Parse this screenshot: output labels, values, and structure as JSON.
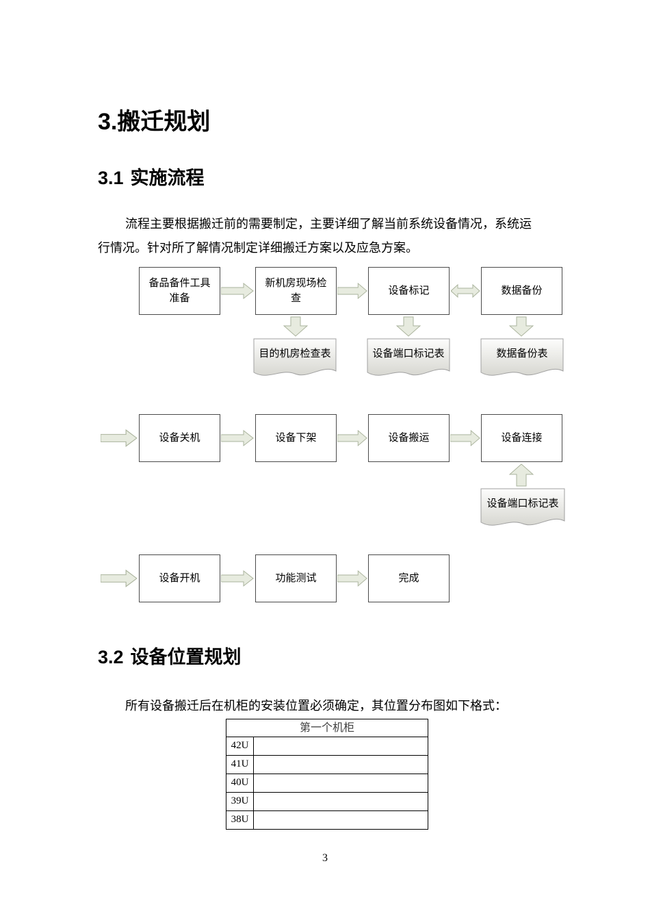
{
  "headings": {
    "h1_num": "3.",
    "h1_text": "搬迁规划",
    "h2_1_num": "3.1",
    "h2_1_text": "实施流程",
    "h2_2_num": "3.2",
    "h2_2_text": "设备位置规划"
  },
  "paragraphs": {
    "p1_line1": "流程主要根据搬迁前的需要制定，主要详细了解当前系统设备情况，系统运",
    "p1_line2": "行情况。针对所了解情况制定详细搬迁方案以及应急方案。",
    "p2": "所有设备搬迁后在机柜的安装位置必须确定，其位置分布图如下格式："
  },
  "flowchart": {
    "row1": [
      "备品备件工具准备",
      "新机房现场检查",
      "设备标记",
      "数据备份"
    ],
    "row1_docs": [
      "目的机房检查表",
      "设备端口标记表",
      "数据备份表"
    ],
    "row2": [
      "设备关机",
      "设备下架",
      "设备搬运",
      "设备连接"
    ],
    "row2_doc": "设备端口标记表",
    "row3": [
      "设备开机",
      "功能测试",
      "完成"
    ]
  },
  "rack_table": {
    "title": "第一个机柜",
    "rows": [
      "42U",
      "41U",
      "40U",
      "39U",
      "38U"
    ]
  },
  "page": {
    "number": "3"
  },
  "colors": {
    "arrow_fill": "#e7ebdf",
    "arrow_stroke": "#aab39c",
    "box_border": "#4a4a4a"
  }
}
